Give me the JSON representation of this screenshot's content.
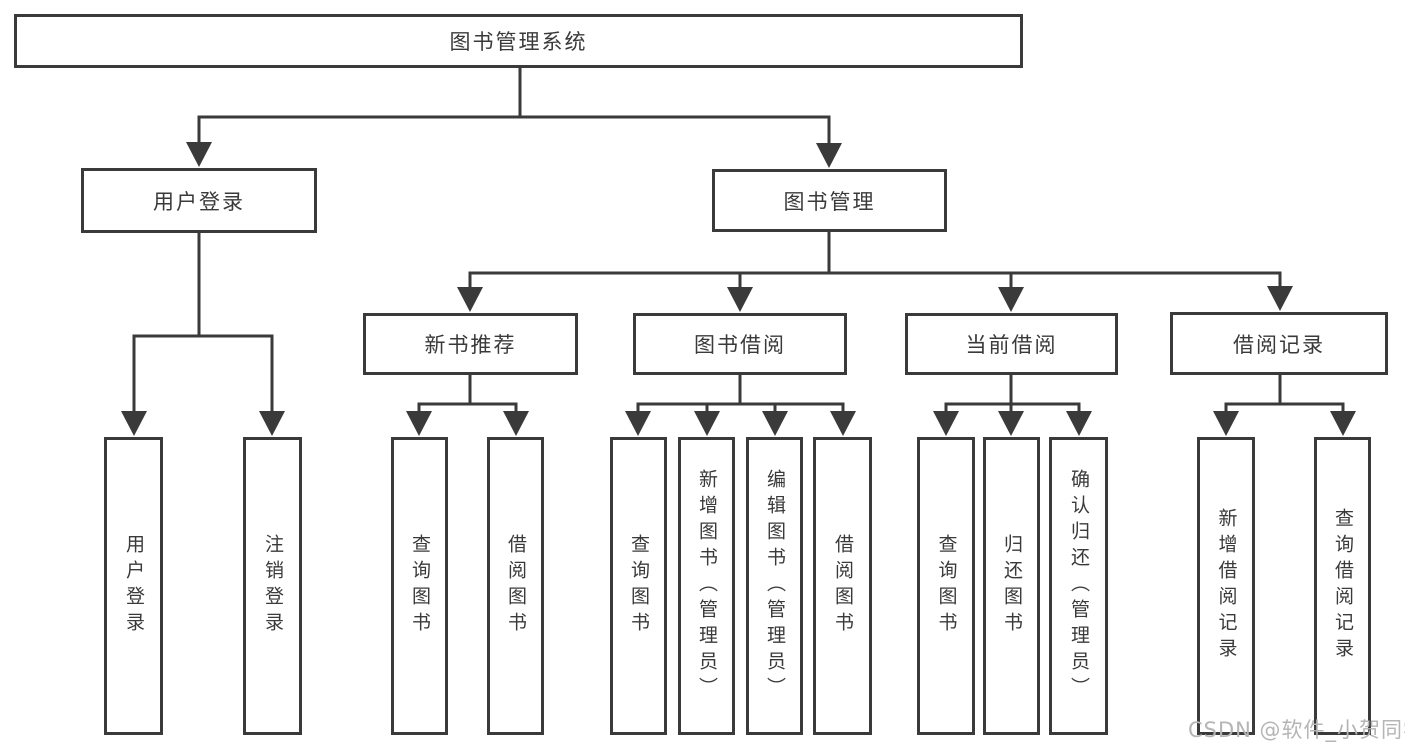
{
  "tree": {
    "label": "图书管理系统",
    "children": [
      {
        "label": "用户登录",
        "children": [
          {
            "label": "用户登录"
          },
          {
            "label": "注销登录"
          }
        ]
      },
      {
        "label": "图书管理",
        "children": [
          {
            "label": "新书推荐",
            "children": [
              {
                "label": "查询图书"
              },
              {
                "label": "借阅图书"
              }
            ]
          },
          {
            "label": "图书借阅",
            "children": [
              {
                "label": "查询图书"
              },
              {
                "label": "新增图书（管理员）"
              },
              {
                "label": "编辑图书（管理员）"
              },
              {
                "label": "借阅图书"
              }
            ]
          },
          {
            "label": "当前借阅",
            "children": [
              {
                "label": "查询图书"
              },
              {
                "label": "归还图书"
              },
              {
                "label": "确认归还（管理员）"
              }
            ]
          },
          {
            "label": "借阅记录",
            "children": [
              {
                "label": "新增借阅记录"
              },
              {
                "label": "查询借阅记录"
              }
            ]
          }
        ]
      }
    ]
  },
  "watermark": {
    "text": "CSDN @软件_小贺同学"
  },
  "colors": {
    "line": "#3a3a3a",
    "text": "#3a3a3a",
    "watermark": "#b5b5b5",
    "bg": "#ffffff"
  }
}
